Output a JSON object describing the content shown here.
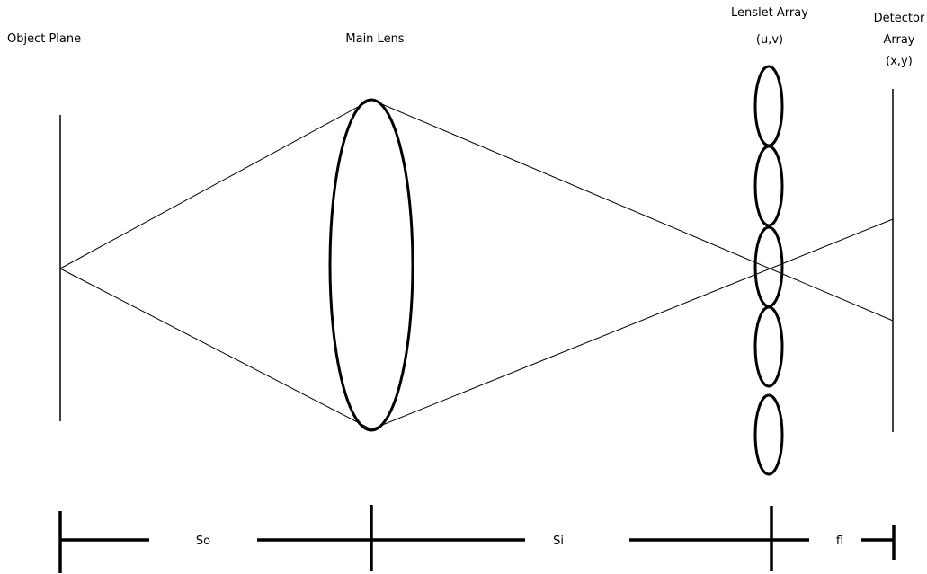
{
  "labels": {
    "object_plane": "Object Plane",
    "main_lens": "Main Lens",
    "lenslet_array_line1": "Lenslet Array",
    "lenslet_array_line2": "(u,v)",
    "detector_array_line1": "Detector",
    "detector_array_line2": "Array",
    "detector_array_line3": "(x,y)"
  },
  "dimensions": {
    "object_distance": "So",
    "image_distance": "Si",
    "lenslet_focal": "fl"
  },
  "colors": {
    "stroke": "#000000",
    "background": "#ffffff"
  }
}
